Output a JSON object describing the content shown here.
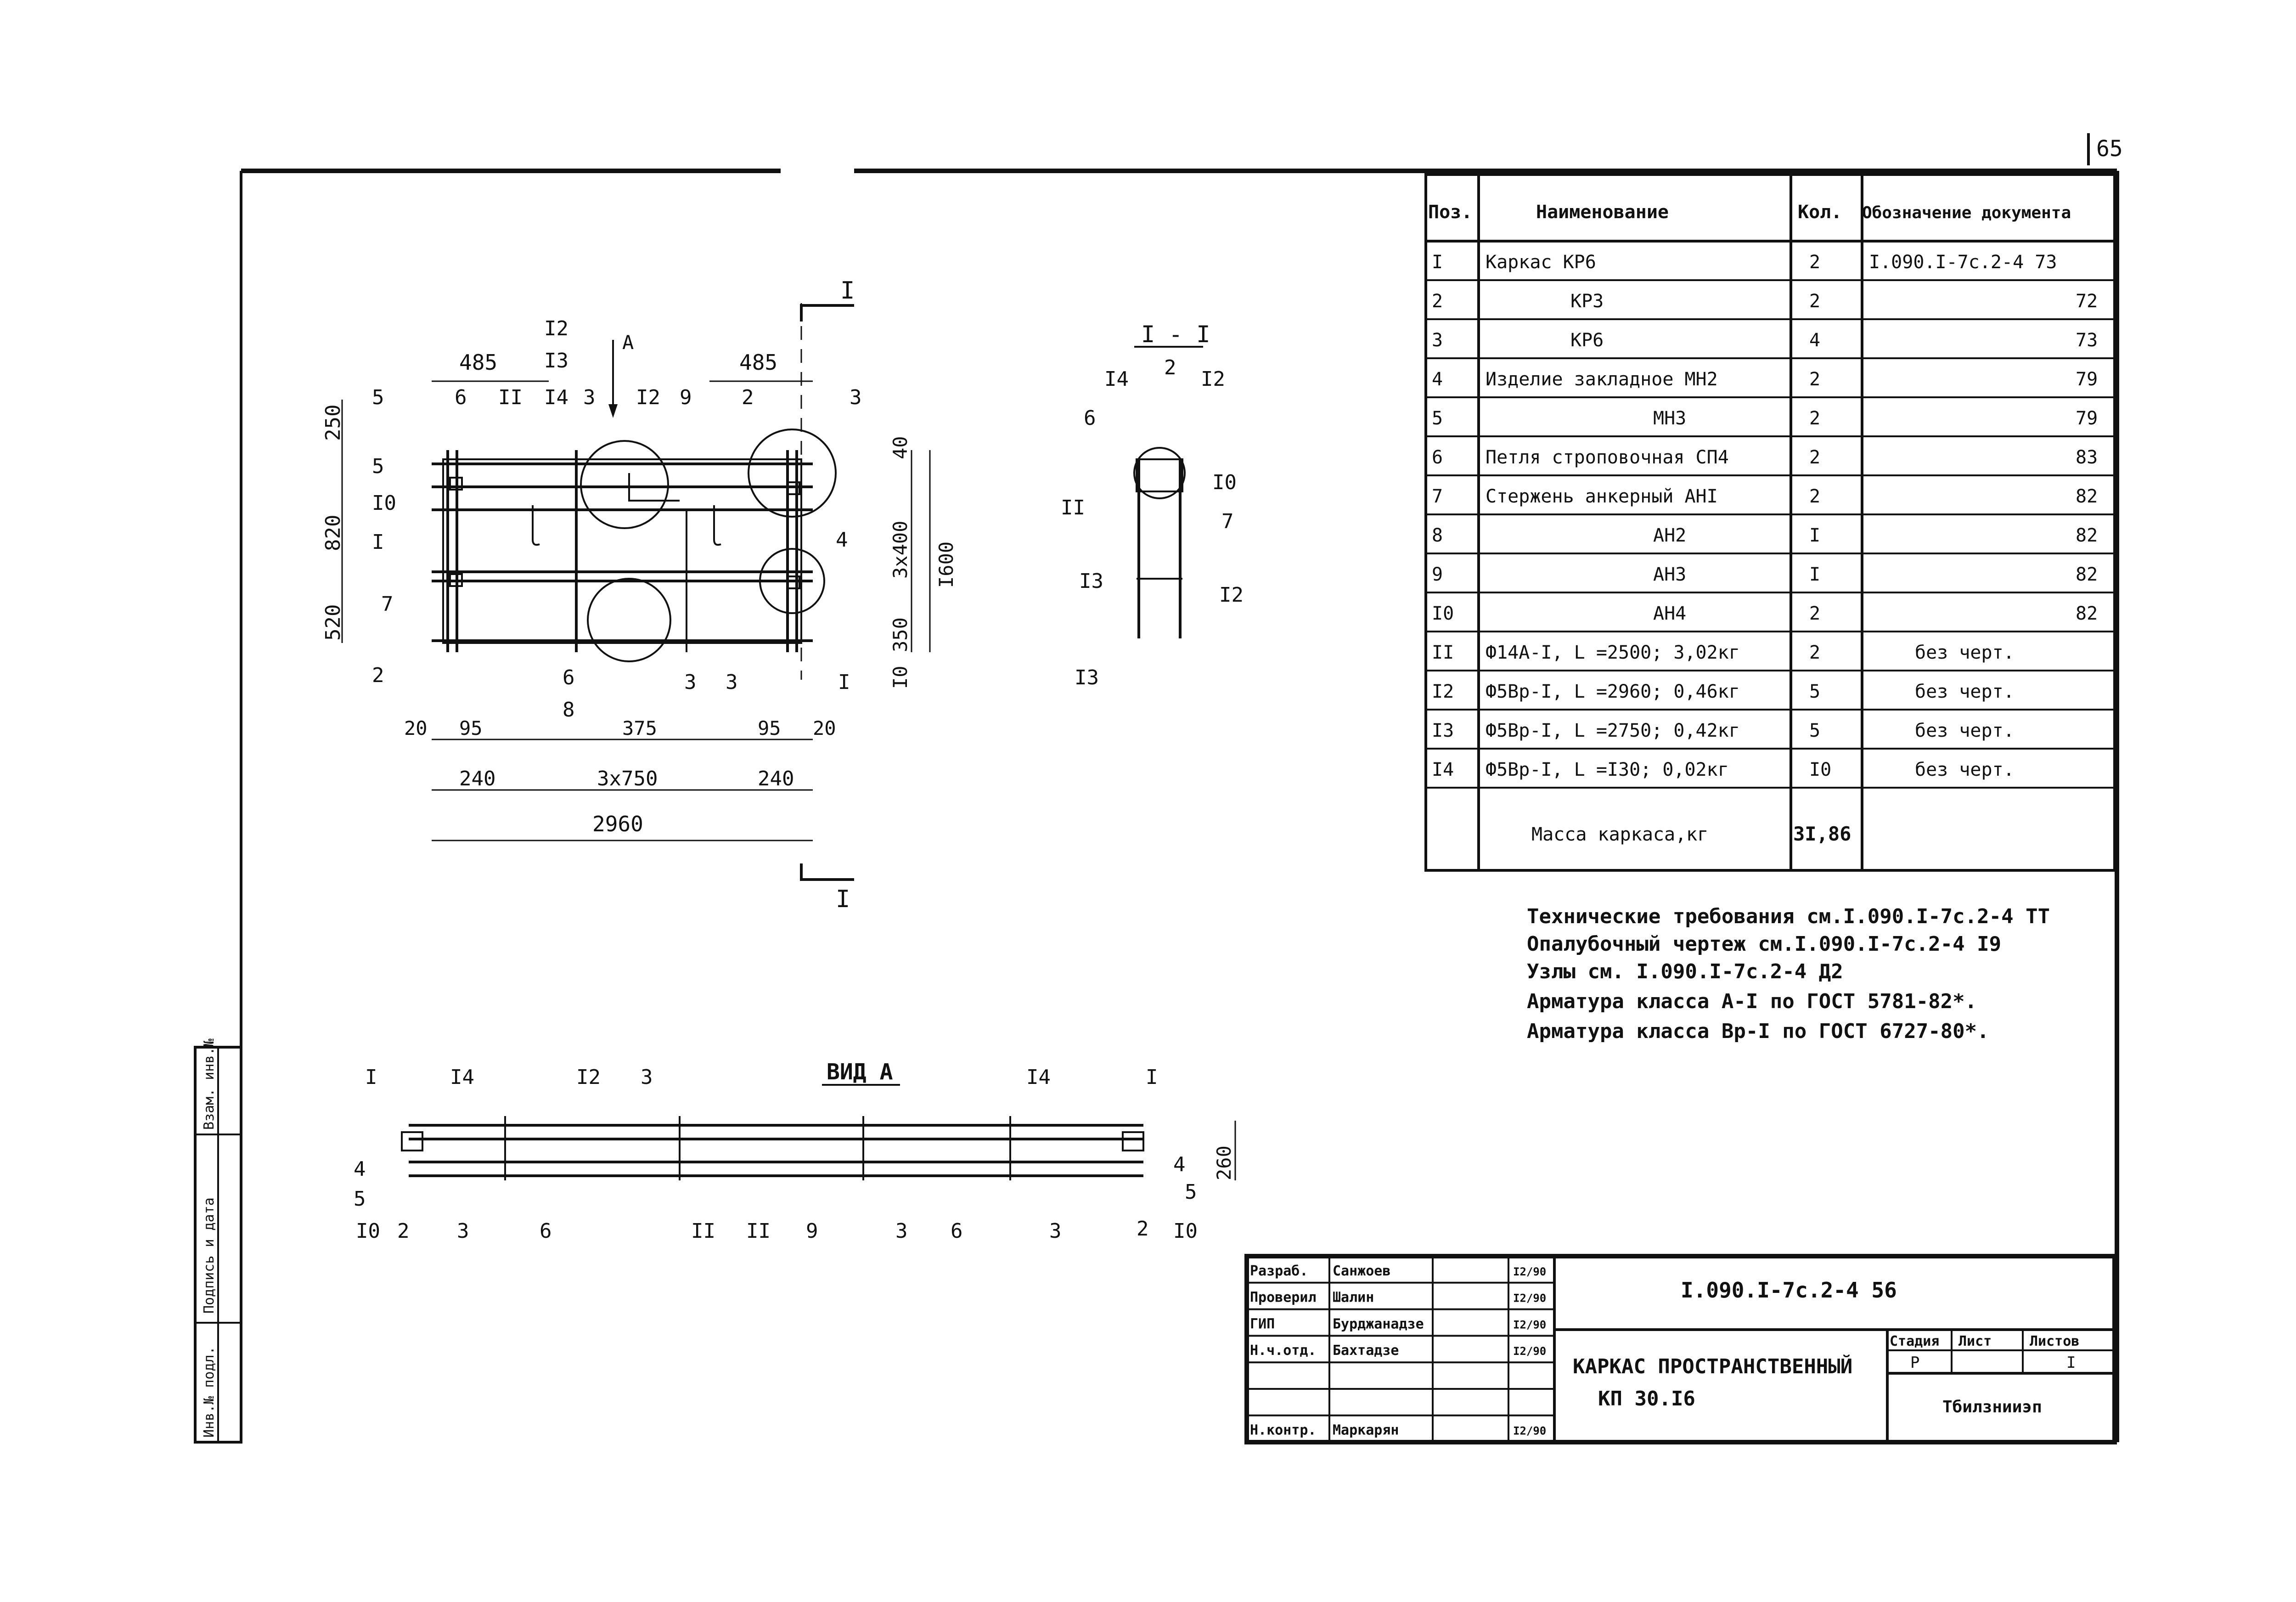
{
  "page_number": "65",
  "plan": {
    "section_marks": [
      "I",
      "I",
      "I-I",
      "A"
    ],
    "dims_top": [
      "485",
      "485"
    ],
    "labels_top": [
      "I2",
      "I3",
      "I4",
      "6",
      "II",
      "3",
      "I2",
      "9",
      "2",
      "3",
      "4"
    ],
    "dims_left": [
      "250",
      "820",
      "520"
    ],
    "labels_left": [
      "5",
      "I0",
      "I",
      "7",
      "2"
    ],
    "dims_right": [
      "40",
      "3x400",
      "I600",
      "350",
      "I0"
    ],
    "labels_right": [
      "4",
      "I"
    ],
    "labels_bottom": [
      "6",
      "8",
      "3",
      "3"
    ],
    "dims_bottom": [
      "20",
      "95",
      "375",
      "95",
      "20",
      "240",
      "3x750",
      "240",
      "2960"
    ]
  },
  "section": {
    "title": "I - I",
    "labels": [
      "I4",
      "2",
      "I2",
      "6",
      "I0",
      "II",
      "7",
      "I3",
      "I2",
      "I3"
    ]
  },
  "view_a": {
    "title": "ВИД А",
    "labels_top": [
      "I",
      "I4",
      "I2",
      "3",
      "I4",
      "I"
    ],
    "labels_side": [
      "4",
      "5",
      "4",
      "5",
      "260"
    ],
    "labels_bottom": [
      "I0",
      "2",
      "3",
      "6",
      "II",
      "II",
      "9",
      "3",
      "6",
      "3",
      "2",
      "I0"
    ]
  },
  "spec_table": {
    "headers": [
      "Поз.",
      "Наименование",
      "Кол.",
      "Обозначение документа"
    ],
    "rows": [
      [
        "I",
        "Каркас КР6",
        "2",
        "I.090.I-7с.2-4 73"
      ],
      [
        "2",
        "КР3",
        "2",
        "72"
      ],
      [
        "3",
        "КР6",
        "4",
        "73"
      ],
      [
        "4",
        "Изделие закладное МН2",
        "2",
        "79"
      ],
      [
        "5",
        "МН3",
        "2",
        "79"
      ],
      [
        "6",
        "Петля строповочная СП4",
        "2",
        "83"
      ],
      [
        "7",
        "Стержень анкерный АНI",
        "2",
        "82"
      ],
      [
        "8",
        "АН2",
        "I",
        "82"
      ],
      [
        "9",
        "АН3",
        "I",
        "82"
      ],
      [
        "I0",
        "АН4",
        "2",
        "82"
      ],
      [
        "II",
        "Ф14А-I, L =2500; 3,02кг",
        "2",
        "без черт."
      ],
      [
        "I2",
        "Ф5Вр-I, L =2960; 0,46кг",
        "5",
        "без черт."
      ],
      [
        "I3",
        "Ф5Вр-I, L =2750; 0,42кг",
        "5",
        "без черт."
      ],
      [
        "I4",
        "Ф5Вр-I, L =I30; 0,02кг",
        "I0",
        "без черт."
      ]
    ],
    "mass_label": "Масса каркаса,кг",
    "mass_value": "3I,86"
  },
  "notes": [
    "Технические требования см.I.090.I-7с.2-4 ТТ",
    "Опалубочный чертеж см.I.090.I-7с.2-4 I9",
    "Узлы см. I.090.I-7с.2-4 Д2",
    "Арматура класса А-I по ГОСТ 5781-82*.",
    "Арматура класса Вр-I по ГОСТ 6727-80*."
  ],
  "side_stamp": [
    "Инв.№ подл.",
    "Подпись и дата",
    "Взам. инв.№"
  ],
  "title_block": {
    "roles": [
      "Разраб.",
      "Проверил",
      "ГИП",
      "Н.ч.отд.",
      "",
      "",
      "Н.контр."
    ],
    "names": [
      "Санжоев",
      "Шалин",
      "Бурджанадзе",
      "Бахтадзе",
      "",
      "",
      "Маркарян"
    ],
    "dates": [
      "I2/90",
      "I2/90",
      "I2/90",
      "I2/90",
      "",
      "",
      "I2/90"
    ],
    "doc_code": "I.090.I-7с.2-4 56",
    "title_line1": "КАРКАС ПРОСТРАНСТВЕННЫЙ",
    "title_line2": "КП 30.I6",
    "stage_header": "Стадия",
    "sheet_header": "Лист",
    "sheets_header": "Листов",
    "stage": "Р",
    "sheets": "I",
    "org": "Тбилзнииэп"
  }
}
